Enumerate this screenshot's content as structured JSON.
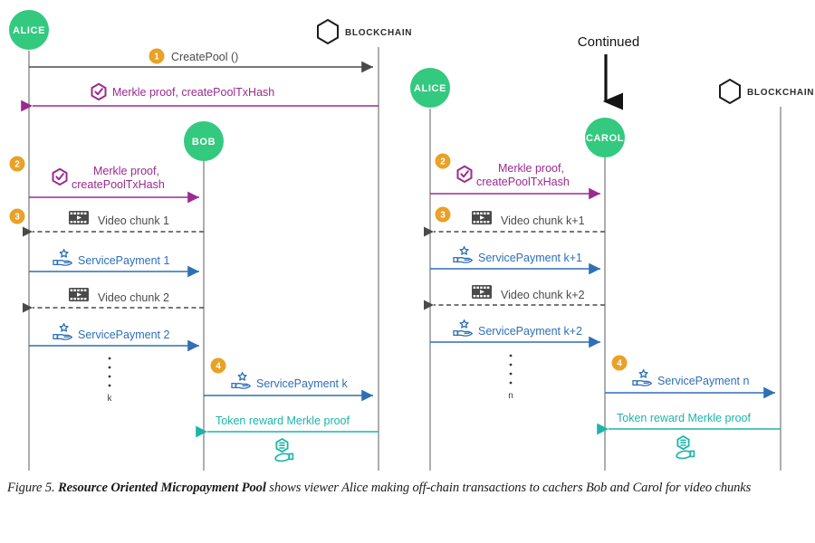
{
  "figure": {
    "caption_prefix": "Figure 5.",
    "caption_bold": "Resource Oriented Micropayment Pool",
    "caption_rest": "shows viewer Alice making off-chain transactions to cachers Bob and Carol for video chunks"
  },
  "colors": {
    "actor_green": "#33c97f",
    "badge_orange": "#e9a126",
    "purple": "#9c2a8f",
    "blue": "#2f6fb5",
    "teal": "#1bb5a8",
    "dark": "#4a4a4a",
    "lifeline": "#9a9a9a",
    "black": "#141414"
  },
  "left_panel": {
    "actors": [
      {
        "id": "alice",
        "label": "ALICE",
        "kind": "circle"
      },
      {
        "id": "bob",
        "label": "BOB",
        "kind": "circle"
      },
      {
        "id": "blockchain",
        "label": "BLOCKCHAIN",
        "kind": "hexagon"
      }
    ],
    "messages": [
      {
        "step": "1",
        "label": "CreatePool ()",
        "icon": "none",
        "color": "dark",
        "style": "solid"
      },
      {
        "step": "",
        "label": "Merkle proof, createPoolTxHash",
        "icon": "merkle-proof-icon",
        "color": "purple",
        "style": "solid"
      },
      {
        "step": "2",
        "label_line1": "Merkle proof,",
        "label_line2": "createPoolTxHash",
        "icon": "merkle-proof-icon",
        "color": "purple",
        "style": "solid"
      },
      {
        "step": "3",
        "label": "Video chunk 1",
        "icon": "video-chunk-icon",
        "color": "dark",
        "style": "dashed"
      },
      {
        "step": "",
        "label": "ServicePayment 1",
        "icon": "service-payment-icon",
        "color": "blue",
        "style": "solid"
      },
      {
        "step": "",
        "label": "Video chunk 2",
        "icon": "video-chunk-icon",
        "color": "dark",
        "style": "dashed"
      },
      {
        "step": "",
        "label": "ServicePayment 2",
        "icon": "service-payment-icon",
        "color": "blue",
        "style": "solid"
      },
      {
        "step": "4",
        "label": "ServicePayment k",
        "icon": "service-payment-icon",
        "color": "blue",
        "style": "solid"
      },
      {
        "step": "",
        "label": "Token reward Merkle proof",
        "icon": "token-reward-icon",
        "color": "teal",
        "style": "solid"
      }
    ],
    "ellipsis_label": "k"
  },
  "right_panel": {
    "continued_label": "Continued",
    "actors": [
      {
        "id": "alice",
        "label": "ALICE",
        "kind": "circle"
      },
      {
        "id": "carol",
        "label": "CAROL",
        "kind": "circle"
      },
      {
        "id": "blockchain",
        "label": "BLOCKCHAIN",
        "kind": "hexagon"
      }
    ],
    "messages": [
      {
        "step": "2",
        "label_line1": "Merkle proof,",
        "label_line2": "createPoolTxHash",
        "icon": "merkle-proof-icon",
        "color": "purple",
        "style": "solid"
      },
      {
        "step": "3",
        "label": "Video chunk k+1",
        "icon": "video-chunk-icon",
        "color": "dark",
        "style": "dashed"
      },
      {
        "step": "",
        "label": "ServicePayment k+1",
        "icon": "service-payment-icon",
        "color": "blue",
        "style": "solid"
      },
      {
        "step": "",
        "label": "Video chunk k+2",
        "icon": "video-chunk-icon",
        "color": "dark",
        "style": "dashed"
      },
      {
        "step": "",
        "label": "ServicePayment k+2",
        "icon": "service-payment-icon",
        "color": "blue",
        "style": "solid"
      },
      {
        "step": "4",
        "label": "ServicePayment n",
        "icon": "service-payment-icon",
        "color": "blue",
        "style": "solid"
      },
      {
        "step": "",
        "label": "Token reward Merkle proof",
        "icon": "token-reward-icon",
        "color": "teal",
        "style": "solid"
      }
    ],
    "ellipsis_label": "n"
  }
}
